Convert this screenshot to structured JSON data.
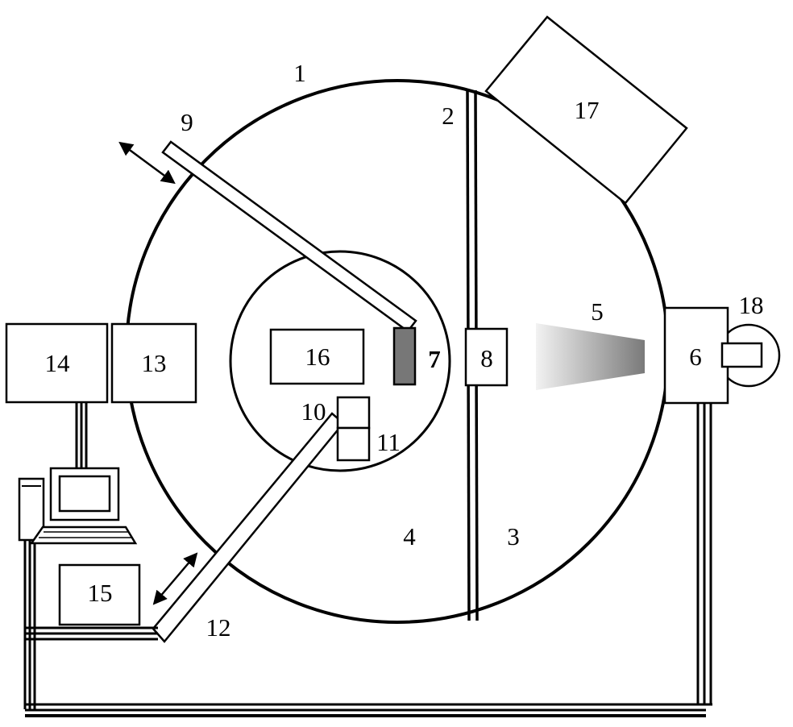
{
  "labels": {
    "l1": "1",
    "l2": "2",
    "l3": "3",
    "l4": "4",
    "l5": "5",
    "l6": "6",
    "l7": "7",
    "l8": "8",
    "l9": "9",
    "l10": "10",
    "l11": "11",
    "l12": "12",
    "l13": "13",
    "l14": "14",
    "l15": "15",
    "l16": "16",
    "l17": "17",
    "l18": "18"
  },
  "colors": {
    "line": "#000000",
    "background": "#ffffff",
    "sample_fill": "#777777",
    "beam_dark": "#7a7a7a",
    "beam_light": "#f2f2f2"
  }
}
